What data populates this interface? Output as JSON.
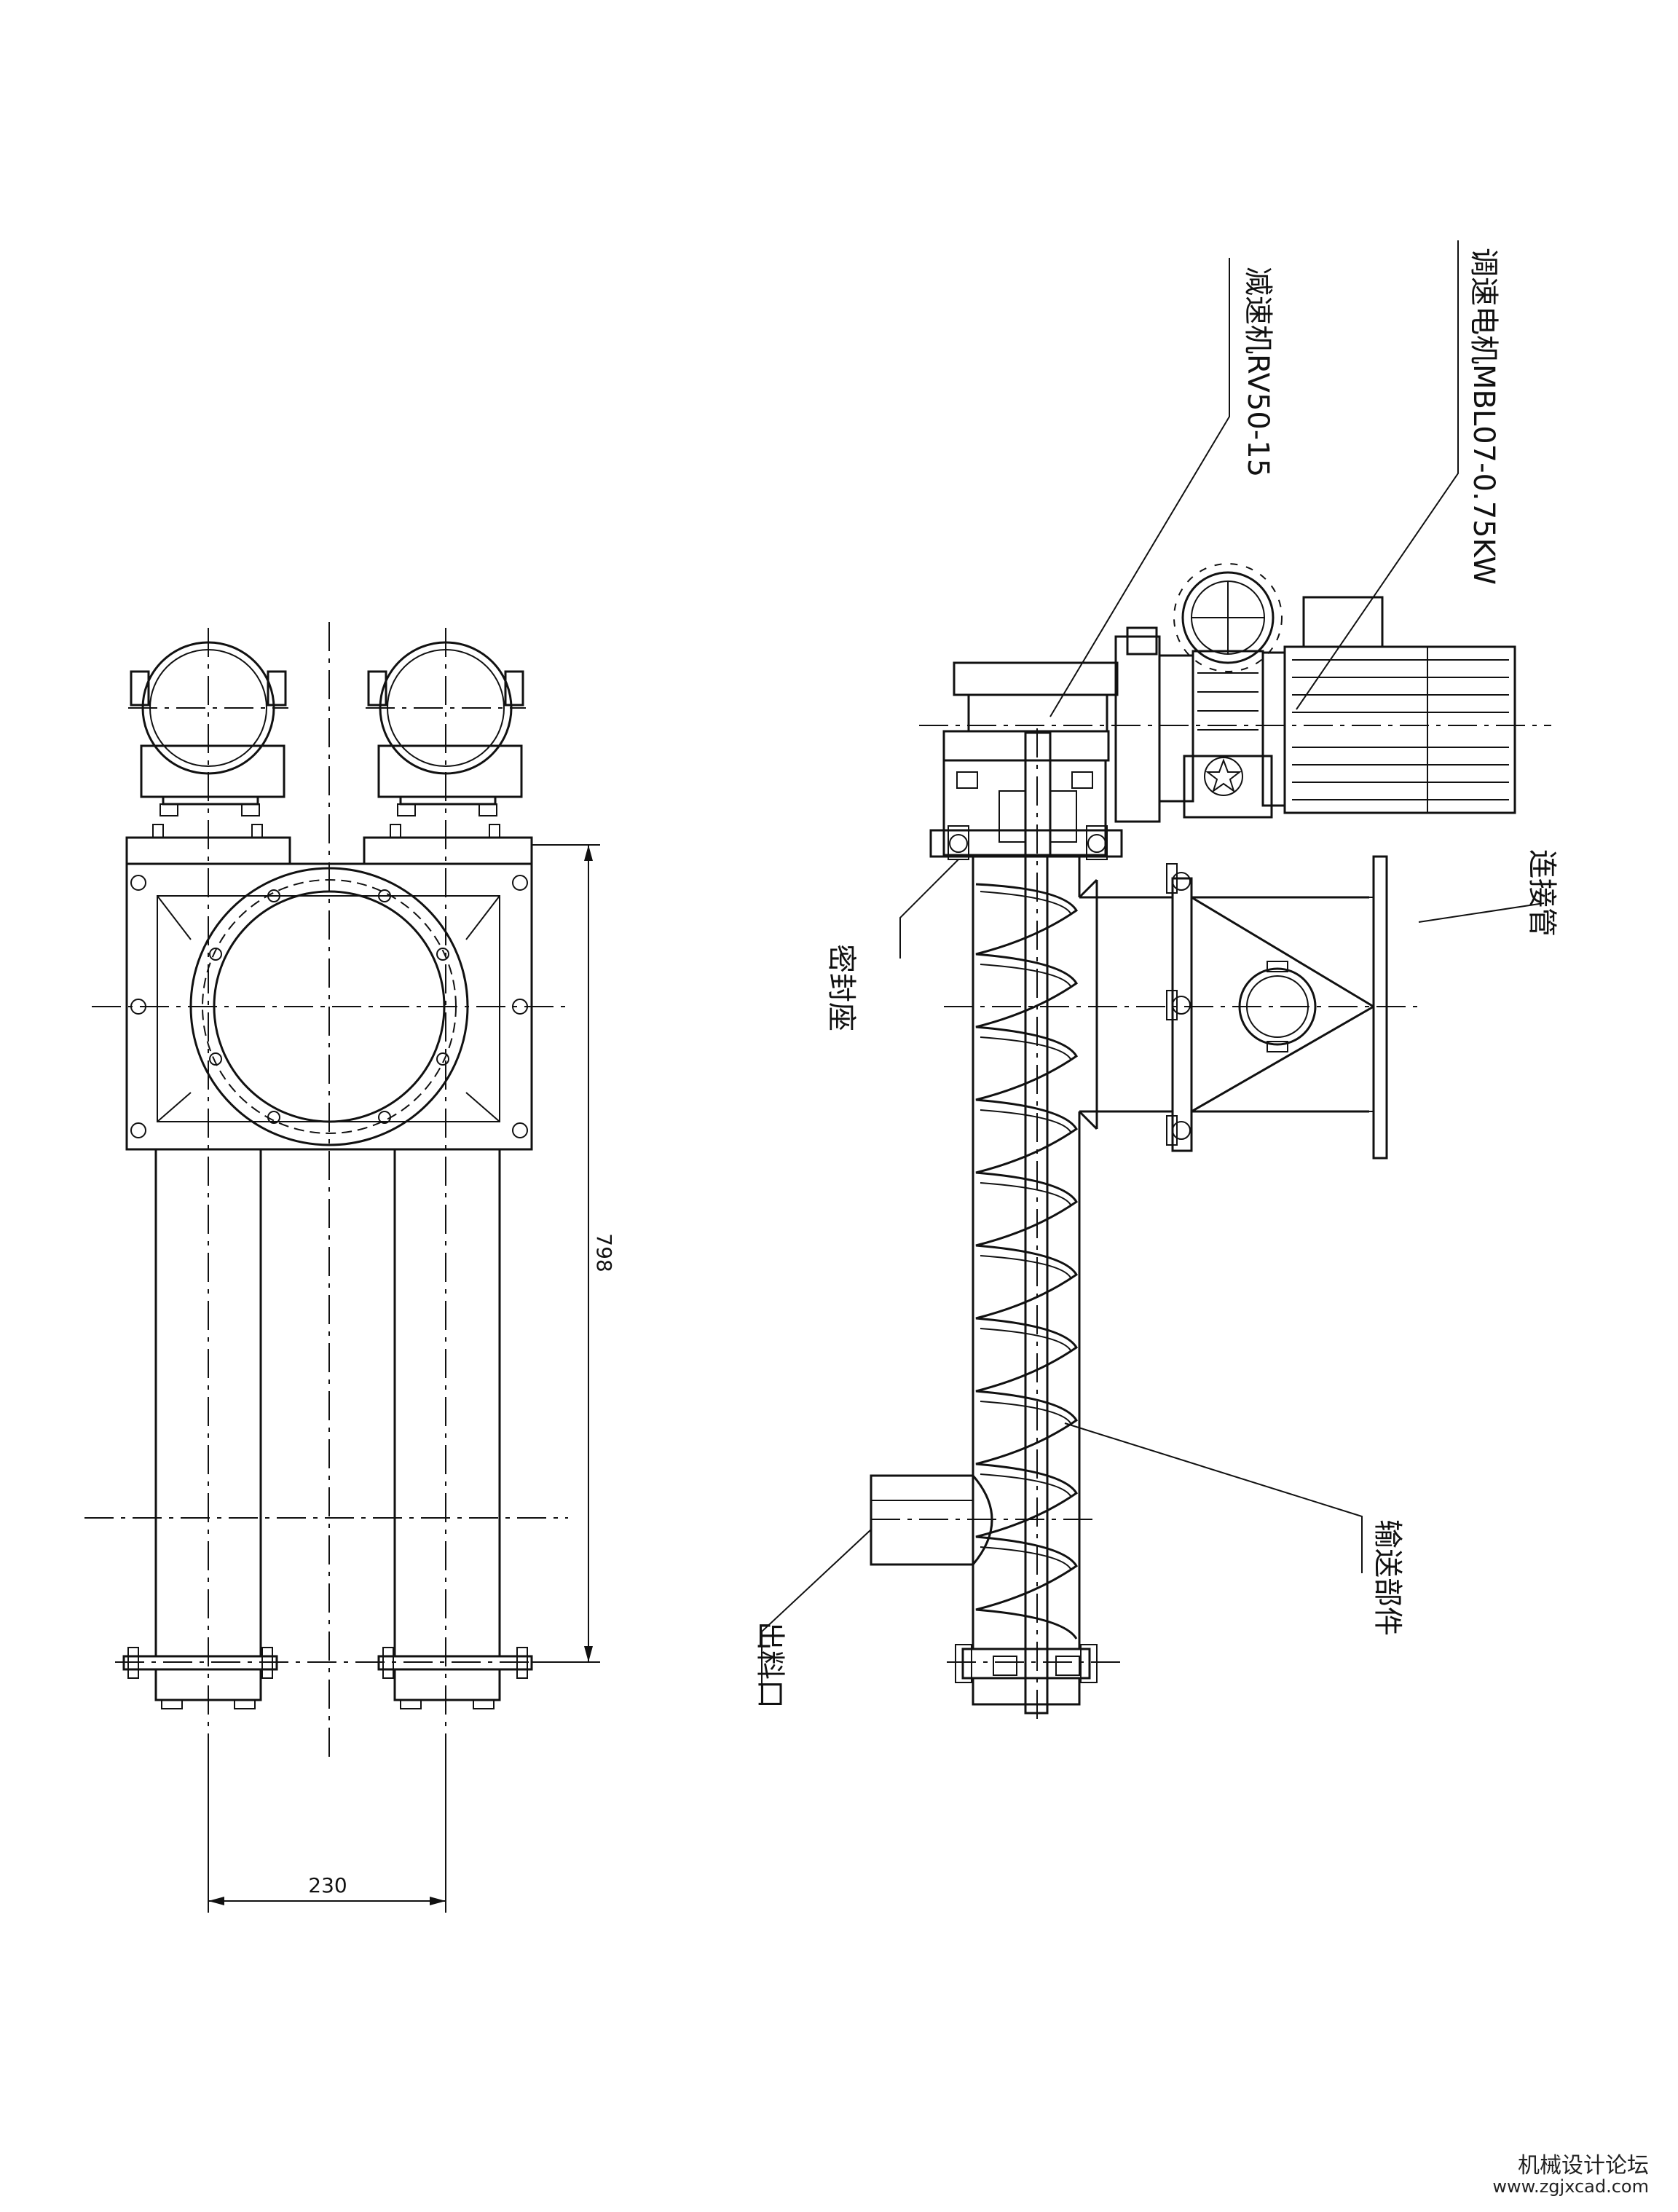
{
  "labels": {
    "motor": "调速电机MBL07-0.75KW",
    "reducer": "减速机RV50-15",
    "connector": "连接管",
    "seal_seat": "密封座",
    "conveying_part": "输送部件",
    "outlet": "出料口"
  },
  "dimensions": {
    "height": "798",
    "spacing": "230"
  },
  "watermark": {
    "name": "机械设计论坛",
    "url": "www.zgjxcad.com"
  }
}
